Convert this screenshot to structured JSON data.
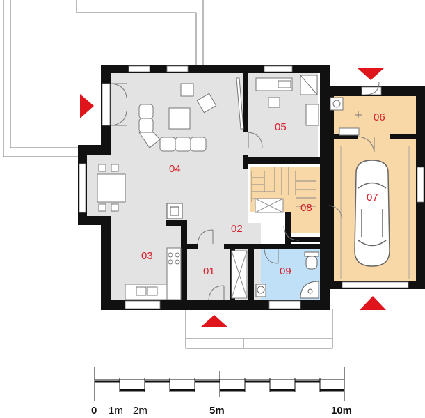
{
  "plan": {
    "rooms": [
      {
        "id": "01",
        "label": "01"
      },
      {
        "id": "02",
        "label": "02"
      },
      {
        "id": "03",
        "label": "03"
      },
      {
        "id": "04",
        "label": "04"
      },
      {
        "id": "05",
        "label": "05"
      },
      {
        "id": "06",
        "label": "06"
      },
      {
        "id": "07",
        "label": "07"
      },
      {
        "id": "08",
        "label": "08"
      },
      {
        "id": "09",
        "label": "09"
      }
    ],
    "colors": {
      "wall": "#111111",
      "living_floor": "#e3e3e3",
      "garage_floor": "#f9d8a8",
      "stair_floor": "#f9d8a8",
      "bath_floor": "#bfe0f7",
      "room_label": "#d81e2a",
      "entrance_marker": "#e0151c"
    },
    "entrance_markers": [
      "terrace-entrance",
      "garage-side-entrance",
      "main-entrance",
      "garage-gate-entrance"
    ]
  },
  "scale": {
    "labels": [
      "0",
      "1m",
      "2m",
      "5m",
      "10m"
    ]
  }
}
